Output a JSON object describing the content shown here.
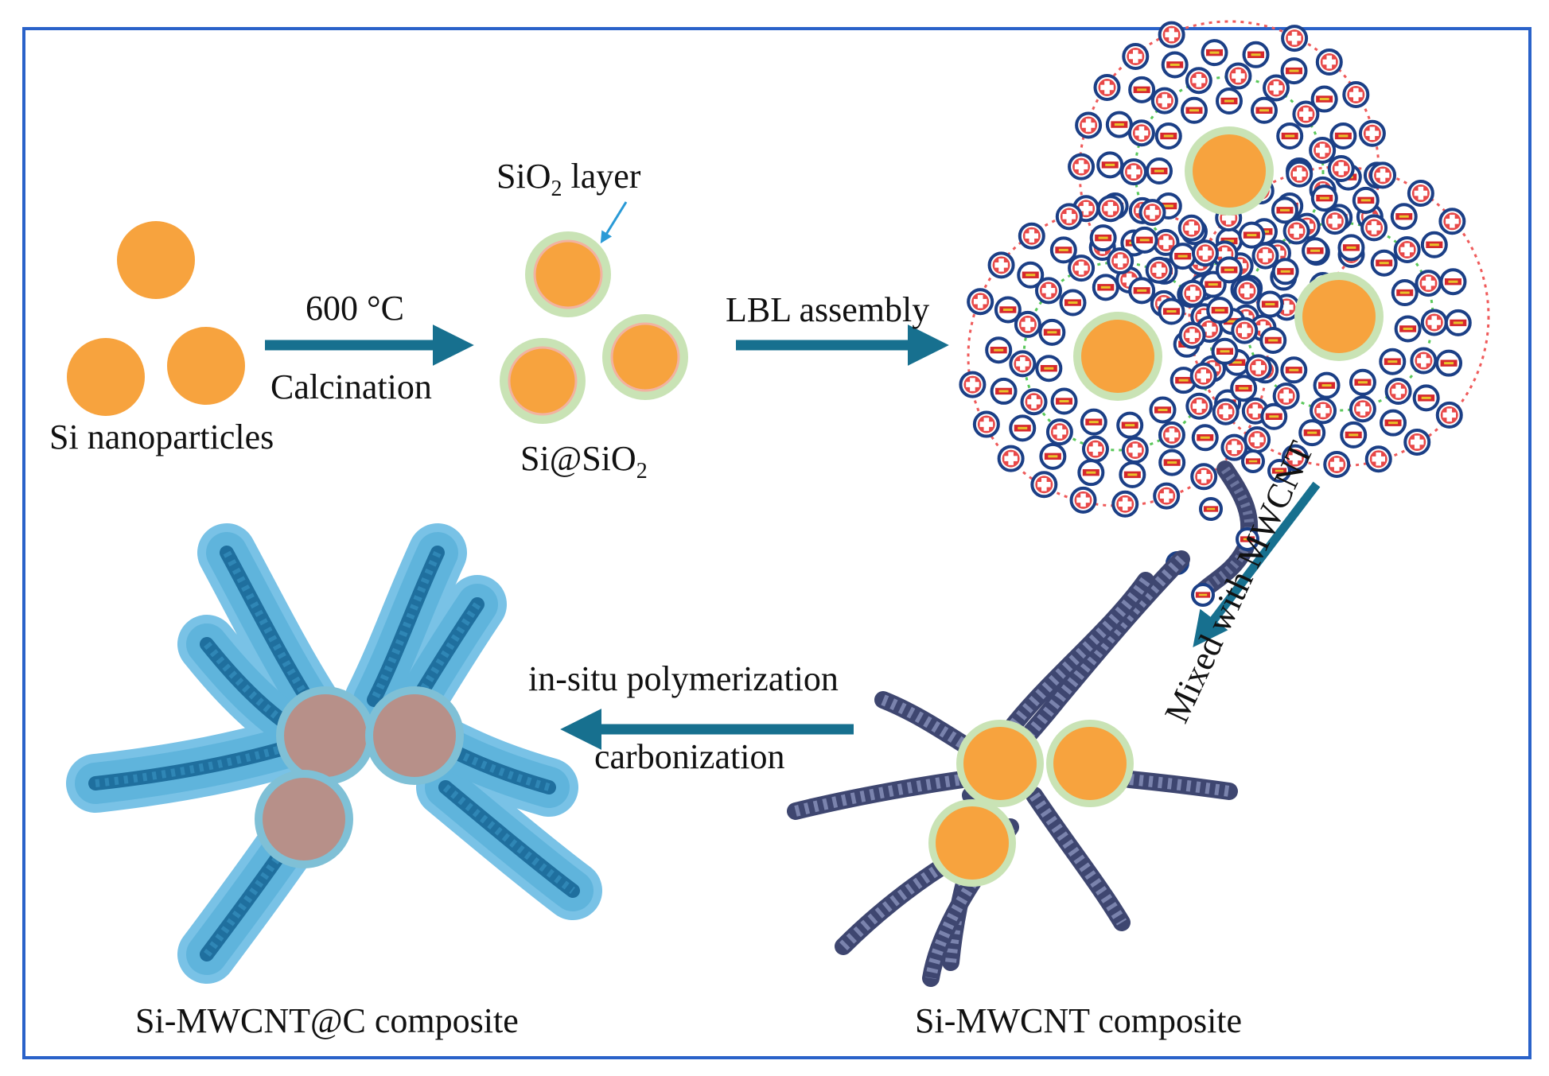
{
  "colors": {
    "frame": "#2a62c9",
    "particle": "#f7a33e",
    "shell": "#c9e3b5",
    "arrow": "#17708f",
    "tube": "#5d6590",
    "tube_dark": "#3e4670",
    "coating": "#5fb4dc",
    "coating_inner": "#1f6f9e",
    "brown_core": "#b79089",
    "red_ring": "#ef5a5a",
    "green_ring": "#5ac85a",
    "ion_edge": "#1b3f86",
    "minus": "#d6282c",
    "minus_stripe": "#e8c32a"
  },
  "labels": {
    "si_nanoparticles": "Si nanoparticles",
    "temp": "600 °C",
    "calcination": "Calcination",
    "sio2_layer_main": "SiO",
    "sio2_layer_sub": "2",
    "sio2_layer_tail": " layer",
    "si_sio2_main": "Si@SiO",
    "si_sio2_sub": "2",
    "lbl_assembly": "LBL assembly",
    "mixed_with": "Mixed with  MWCNT",
    "in_situ": "in-situ polymerization",
    "carbonization": "carbonization",
    "si_mwcnt_c": "Si-MWCNT@C composite",
    "si_mwcnt": "Si-MWCNT composite"
  },
  "icons": {
    "cation": "plus-ion-icon",
    "anion": "minus-ion-icon"
  }
}
